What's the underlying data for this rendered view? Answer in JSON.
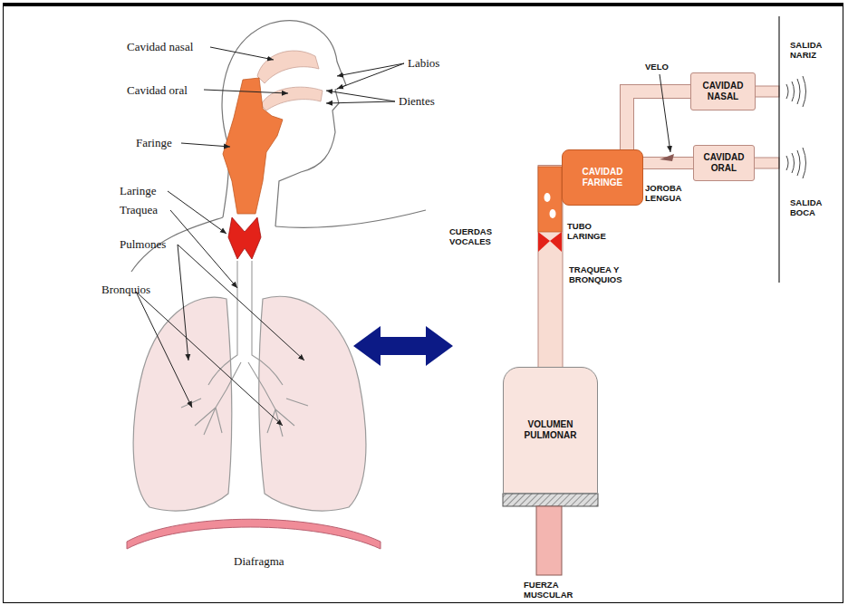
{
  "diagram": {
    "nodes": [
      {
        "text": [
          "CAVIDAD NASAL"
        ]
      },
      {
        "text": [
          "CAVIDAD FARINGE"
        ]
      },
      {
        "text": [
          "CAVIDAD ORAL"
        ]
      },
      {
        "text": [
          "VOLUMEN PULMONAR"
        ]
      }
    ],
    "edges": [
      {
        "from": 3,
        "to": 1,
        "arrow": "none"
      },
      {
        "from": 1,
        "to": 0,
        "arrow": "none"
      },
      {
        "from": 1,
        "to": 2,
        "arrow": "none"
      }
    ],
    "labels": [
      "Cavidad nasal",
      "Cavidad oral",
      "Faringe",
      "Laringe",
      "Traquea",
      "Pulmones",
      "Bronquios",
      "Labios",
      "Dientes",
      "Diafragma",
      "VELO",
      "JOROBA LENGUA",
      "CUERDAS VOCALES",
      "TUBO LARINGE",
      "TRAQUEA Y BRONQUIOS",
      "FUERZA MUSCULAR",
      "SALIDA NARIZ",
      "SALIDA BOCA"
    ]
  }
}
